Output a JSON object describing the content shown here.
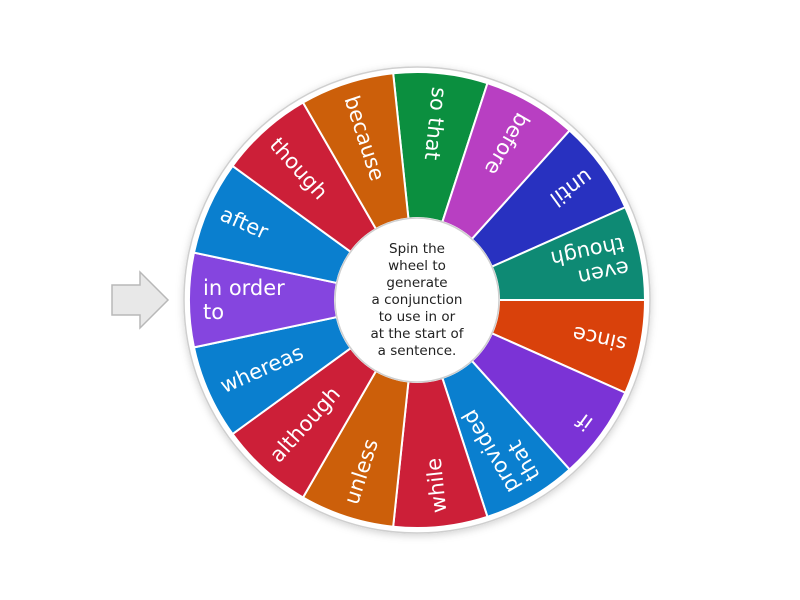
{
  "wheel": {
    "center_message_lines": [
      "Spin the",
      "wheel to",
      "generate",
      "a conjunction",
      "to use in or",
      "at the start of",
      "a sentence."
    ],
    "segments": [
      {
        "label": [
          "so that"
        ],
        "color": "#0b8f3f"
      },
      {
        "label": [
          "before"
        ],
        "color": "#b83fc2"
      },
      {
        "label": [
          "until"
        ],
        "color": "#2831c0"
      },
      {
        "label": [
          "even",
          "though"
        ],
        "color": "#0e8a74"
      },
      {
        "label": [
          "since"
        ],
        "color": "#d9410b"
      },
      {
        "label": [
          "if"
        ],
        "color": "#7b33d6"
      },
      {
        "label": [
          "provided",
          "that"
        ],
        "color": "#0a7fcf"
      },
      {
        "label": [
          "while"
        ],
        "color": "#cc1f38"
      },
      {
        "label": [
          "unless"
        ],
        "color": "#cc5f0a"
      },
      {
        "label": [
          "although"
        ],
        "color": "#cc1f38"
      },
      {
        "label": [
          "whereas"
        ],
        "color": "#0a7fcf"
      },
      {
        "label": [
          "in order",
          "to"
        ],
        "color": "#8545df"
      },
      {
        "label": [
          "after"
        ],
        "color": "#0a7fcf"
      },
      {
        "label": [
          "though"
        ],
        "color": "#cc1f38"
      },
      {
        "label": [
          "because"
        ],
        "color": "#cc5f0a"
      }
    ]
  },
  "pointer": {
    "icon": "arrow-right-icon",
    "color": "#e8e8e8"
  }
}
